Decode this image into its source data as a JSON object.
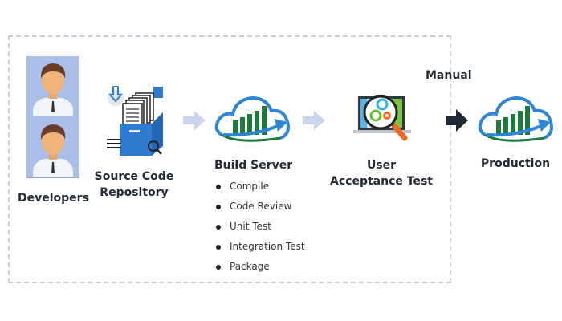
{
  "diagram": {
    "stages": [
      {
        "id": "developers",
        "label": "Developers",
        "icon": "developers-avatars-icon"
      },
      {
        "id": "repository",
        "label_line1": "Source Code",
        "label_line2": "Repository",
        "icon": "file-cabinet-icon"
      },
      {
        "id": "build",
        "label": "Build Server",
        "icon": "cloud-chart-icon",
        "steps": [
          "Compile",
          "Code Review",
          "Unit Test",
          "Integration Test",
          "Package"
        ]
      },
      {
        "id": "uat",
        "label_line1": "User",
        "label_line2": "Acceptance Test",
        "icon": "laptop-magnifier-gears-icon"
      },
      {
        "id": "production",
        "label": "Production",
        "icon": "cloud-chart-icon"
      }
    ],
    "manual_label": "Manual",
    "colors": {
      "border": "#c5cbd8",
      "avatar_bg": "#a9bfe8",
      "cabinet_blue": "#2f7bd1",
      "cloud_blue": "#2f86d6",
      "bar_green": "#1b7a3a",
      "light_arrow": "#c9d6ee",
      "dark_arrow": "#1f2a36",
      "magnifier_orange": "#f26a21"
    }
  }
}
